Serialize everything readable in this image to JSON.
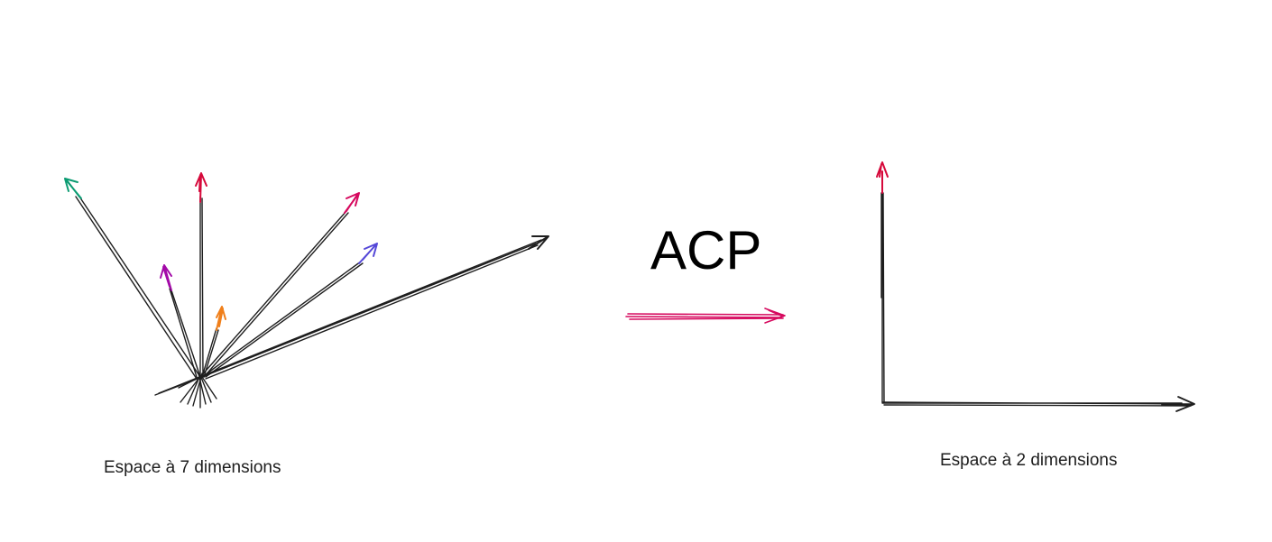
{
  "left_panel": {
    "caption": "Espace à 7 dimensions",
    "vectors": [
      {
        "name": "green-vector",
        "color": "#0b9b72"
      },
      {
        "name": "red-vector",
        "color": "#d6093b"
      },
      {
        "name": "pink-vector",
        "color": "#d6095e"
      },
      {
        "name": "purple-vector",
        "color": "#a30aa8"
      },
      {
        "name": "orange-vector",
        "color": "#f07f1a"
      },
      {
        "name": "blue-vector",
        "color": "#5548d8"
      },
      {
        "name": "black-vector",
        "color": "#1e1e1e"
      }
    ]
  },
  "transform": {
    "label": "ACP",
    "arrow_color": "#d6095e"
  },
  "right_panel": {
    "caption": "Espace à 2 dimensions",
    "axes": [
      {
        "name": "vertical-axis",
        "color": "#d6093b"
      },
      {
        "name": "horizontal-axis",
        "color": "#1e1e1e"
      }
    ]
  }
}
